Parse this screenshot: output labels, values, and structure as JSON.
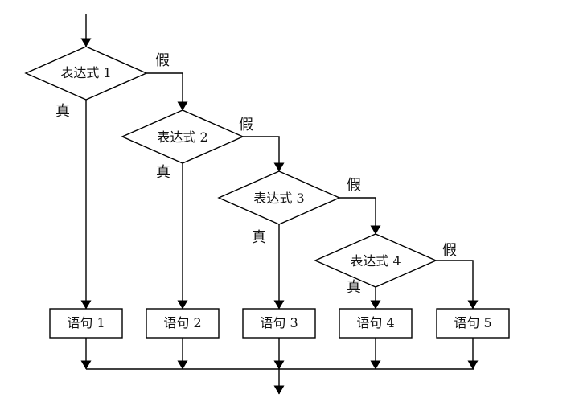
{
  "flowchart": {
    "decisions": [
      "表达式 1",
      "表达式 2",
      "表达式 3",
      "表达式 4"
    ],
    "statements": [
      "语句 1",
      "语句 2",
      "语句 3",
      "语句 4",
      "语句 5"
    ],
    "branch_true": "真",
    "branch_false": "假",
    "colors": {
      "line": "#000000",
      "node_fill": "#ffffff",
      "background": "#ffffff",
      "text": "#111111"
    }
  }
}
